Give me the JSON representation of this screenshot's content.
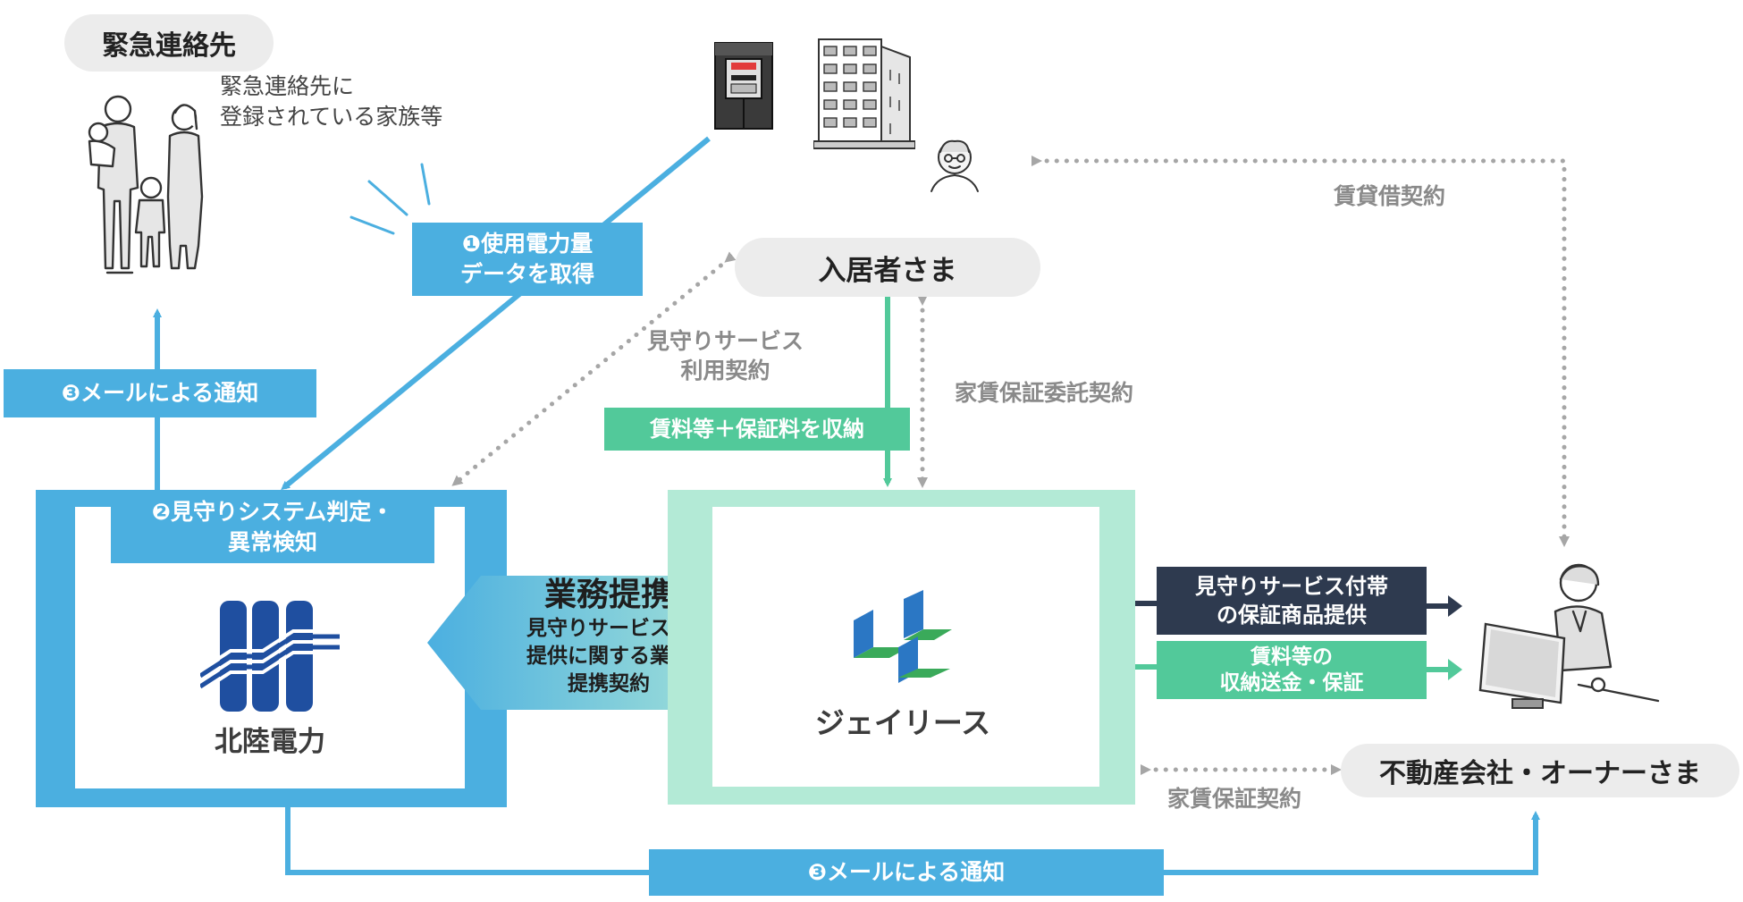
{
  "emergency": {
    "title": "緊急連絡先",
    "caption_line1": "緊急連絡先に",
    "caption_line2": "登録されている家族等"
  },
  "tenant": {
    "label": "入居者さま"
  },
  "owner": {
    "label": "不動産会社・オーナーさま"
  },
  "steps": {
    "step1_line1": "❶使用電力量",
    "step1_line2": "データを取得",
    "step2_line1": "❷見守りシステム判定・",
    "step2_line2": "異常検知",
    "step3_left": "❸メールによる通知",
    "step3_bottom": "❸メールによる通知"
  },
  "contracts": {
    "lease": "賃貸借契約",
    "watch_line1": "見守りサービス",
    "watch_line2": "利用契約",
    "rent_guarantee_consign": "家賃保証委託契約",
    "rent_guarantee": "家賃保証契約"
  },
  "flows": {
    "collect": "賃料等＋保証料を収納",
    "product_line1": "見守りサービス付帯",
    "product_line2": "の保証商品提供",
    "remit_line1": "賃料等の",
    "remit_line2": "収納送金・保証"
  },
  "partnership": {
    "title": "業務提携",
    "line1": "見守りサービスの",
    "line2": "提供に関する業務",
    "line3": "提携契約"
  },
  "companies": {
    "hokuriku": "北陸電力",
    "jlease": "ジェイリース"
  },
  "colors": {
    "blue": "#4bafe0",
    "green_light": "#b3ead6",
    "green": "#52c99a",
    "dark": "#2e3a4f",
    "gray": "#a6a6a6",
    "hokuriku_logo": "#1f4fa0",
    "jlease_blue": "#2b77c4",
    "jlease_green": "#3aaa5a"
  },
  "icons": {
    "family": "family-illustration-icon",
    "meter": "electric-meter-icon",
    "building": "apartment-building-icon",
    "elder": "elderly-tenant-icon",
    "operator": "office-worker-at-computer-icon",
    "hokuriku_logo": "hokuriku-electric-logo-icon",
    "jlease_logo": "jlease-logo-icon"
  }
}
